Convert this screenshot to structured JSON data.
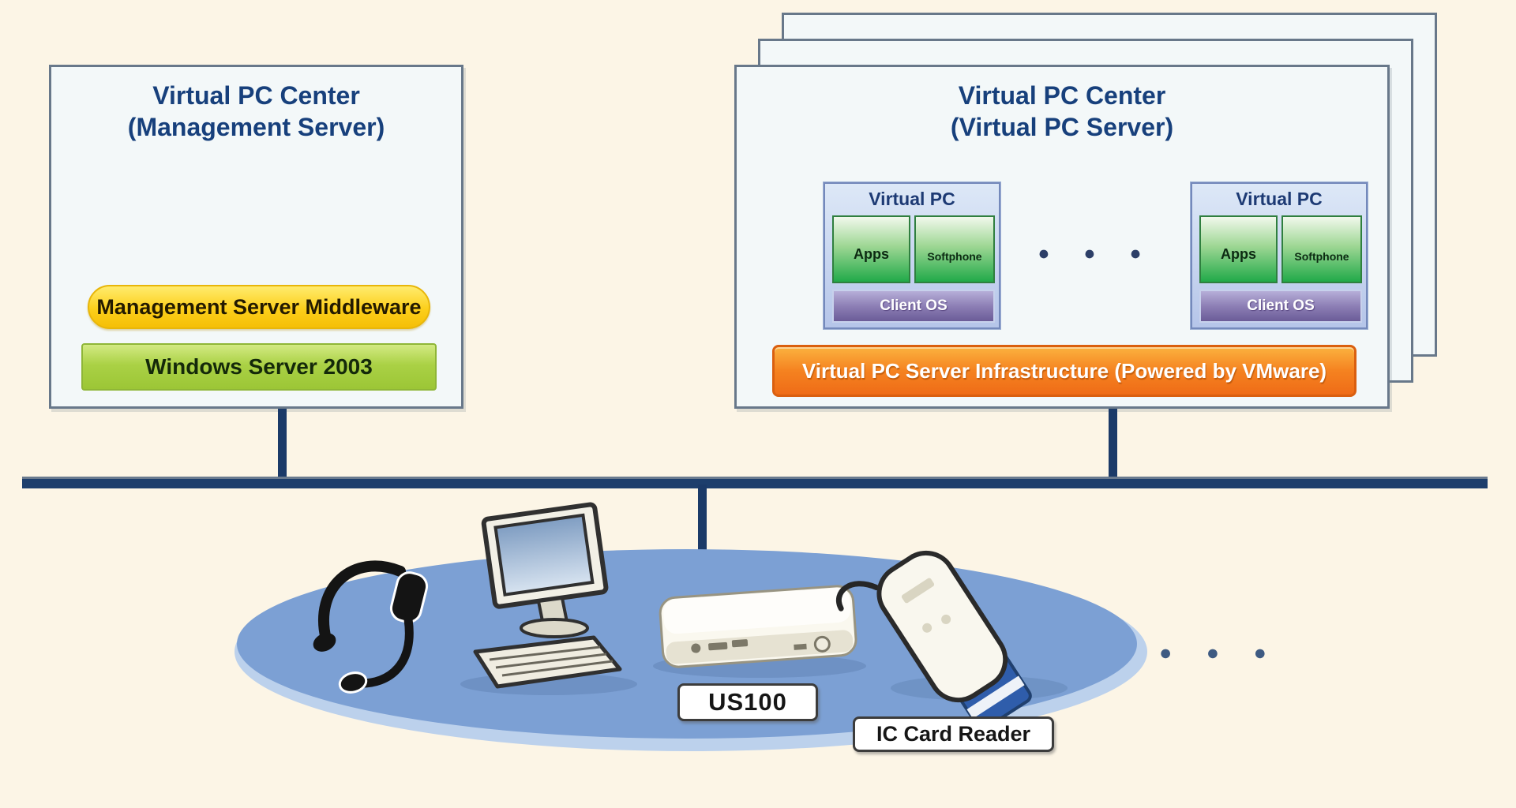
{
  "colors": {
    "background": "#fcf5e6",
    "title_navy": "#17407c",
    "bus_navy": "#1d3e6c",
    "middleware_yellow": "#f7c60b",
    "os_green": "#a7d046",
    "infrastructure_orange": "#f58220",
    "client_os_purple": "#8d7fb5",
    "apps_green": "#21aa49",
    "ellipse_blue": "#7ca0d4"
  },
  "management_server_box": {
    "title_line1": "Virtual PC Center",
    "title_line2": "(Management Server)",
    "middleware_label": "Management Server Middleware",
    "os_label": "Windows Server 2003"
  },
  "virtual_pc_server_box": {
    "title_line1": "Virtual PC Center",
    "title_line2": "(Virtual PC Server)",
    "virtual_pcs": [
      {
        "title": "Virtual PC",
        "apps_label": "Apps",
        "softphone_label": "Softphone",
        "os_label": "Client OS"
      },
      {
        "title": "Virtual PC",
        "apps_label": "Apps",
        "softphone_label": "Softphone",
        "os_label": "Client OS"
      }
    ],
    "more_ellipsis": "● ● ●",
    "infrastructure_label": "Virtual PC Server Infrastructure (Powered by VMware)"
  },
  "client_zone": {
    "thin_client_label": "US100",
    "card_reader_label": "IC Card Reader",
    "more_ellipsis": "● ● ●"
  }
}
